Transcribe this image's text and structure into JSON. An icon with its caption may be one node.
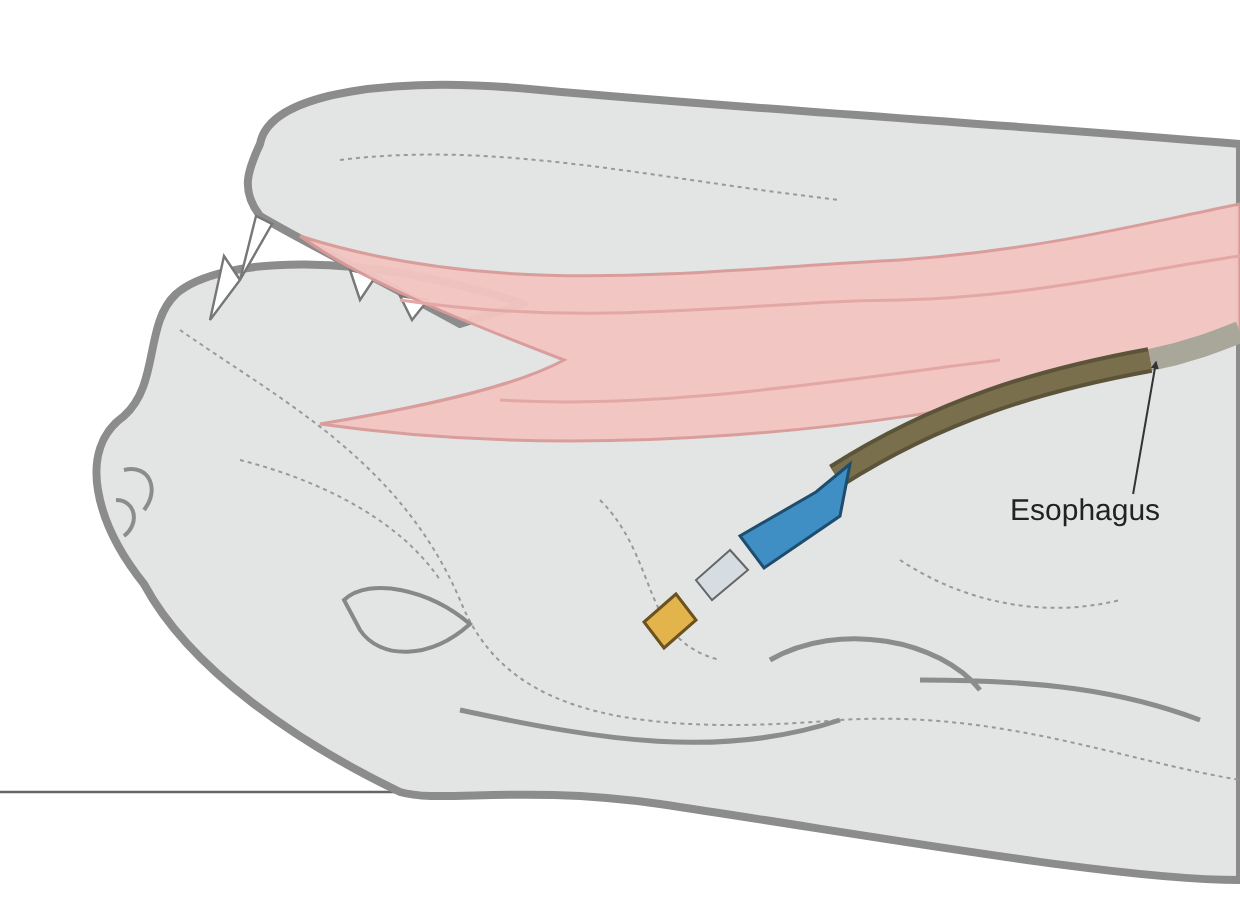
{
  "diagram": {
    "nodes": [
      {
        "text": [
          "Esophagus"
        ]
      },
      {
        "text": [],
        "shape": "picture"
      }
    ],
    "edges": [
      {
        "from": 0,
        "to": 1,
        "arrow": "to"
      }
    ]
  }
}
